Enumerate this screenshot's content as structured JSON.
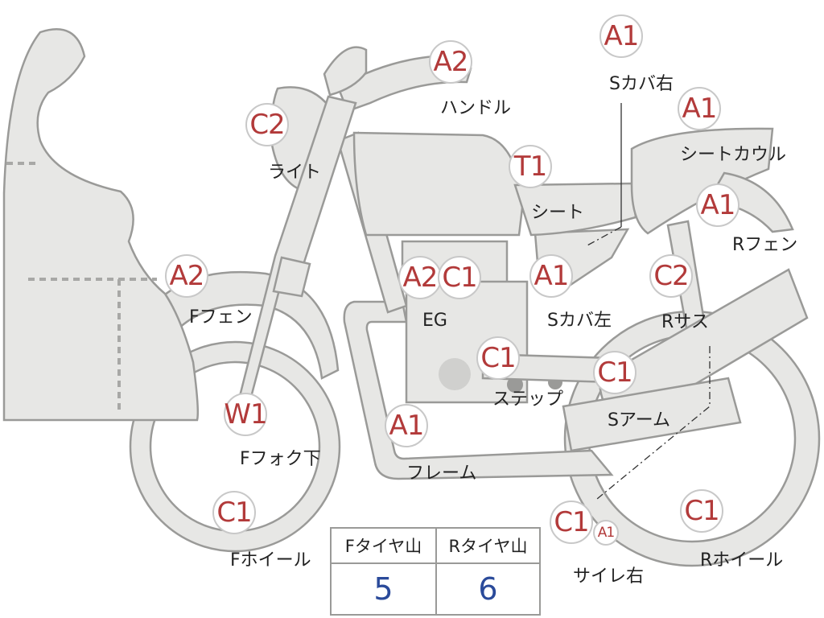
{
  "parts": [
    {
      "key": "s_cover_right",
      "grade": "A1",
      "label": "Sカバ右"
    },
    {
      "key": "handle",
      "grade": "A2",
      "label": "ハンドル"
    },
    {
      "key": "seat_cowl",
      "grade": "A1",
      "label": "シートカウル"
    },
    {
      "key": "light",
      "grade": "C2",
      "label": "ライト"
    },
    {
      "key": "seat",
      "grade": "T1",
      "label": "シート"
    },
    {
      "key": "r_fender",
      "grade": "A1",
      "label": "Rフェン"
    },
    {
      "key": "f_fender",
      "grade": "A2",
      "label": "Fフェン"
    },
    {
      "key": "engine_a",
      "grade": "A2",
      "label": "EG"
    },
    {
      "key": "engine_c",
      "grade": "C1",
      "label": ""
    },
    {
      "key": "s_cover_left",
      "grade": "A1",
      "label": "Sカバ左"
    },
    {
      "key": "r_suspension",
      "grade": "C2",
      "label": "Rサス"
    },
    {
      "key": "step",
      "grade": "C1",
      "label": "ステップ"
    },
    {
      "key": "s_arm",
      "grade": "C1",
      "label": "Sアーム"
    },
    {
      "key": "f_fork_lower",
      "grade": "W1",
      "label": "Fフォク下"
    },
    {
      "key": "frame",
      "grade": "A1",
      "label": "フレーム"
    },
    {
      "key": "f_wheel",
      "grade": "C1",
      "label": "Fホイール"
    },
    {
      "key": "silencer_right",
      "grade": "C1",
      "grade2": "A1",
      "label": "サイレ右"
    },
    {
      "key": "r_wheel",
      "grade": "C1",
      "label": "Rホイール"
    }
  ],
  "tire_table": {
    "headers": [
      "Fタイヤ山",
      "Rタイヤ山"
    ],
    "values": [
      "5",
      "6"
    ]
  },
  "colors": {
    "part_fill": "#e7e7e5",
    "part_outline": "#9a9a98",
    "grade_text": "#b23a3a",
    "tire_value": "#2a4a9a"
  }
}
